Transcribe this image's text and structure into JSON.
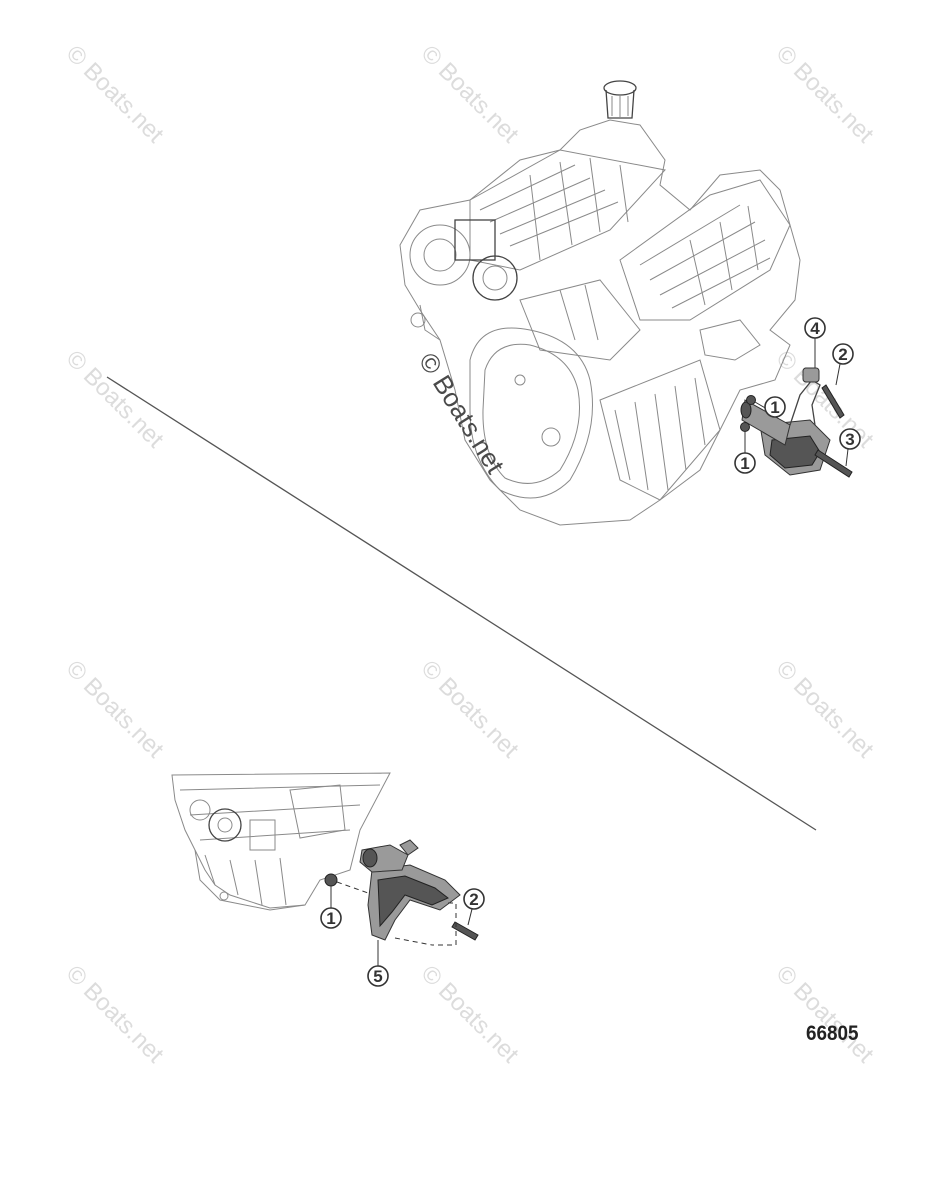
{
  "watermark": {
    "text": "© Boats.net"
  },
  "callouts": {
    "engine_top": {
      "c1_upper": "1",
      "c1_lower": "1",
      "c2": "2",
      "c3": "3",
      "c4": "4"
    },
    "engine_bottom": {
      "c1": "1",
      "c2": "2",
      "c5": "5"
    }
  },
  "reference_number": "66805"
}
